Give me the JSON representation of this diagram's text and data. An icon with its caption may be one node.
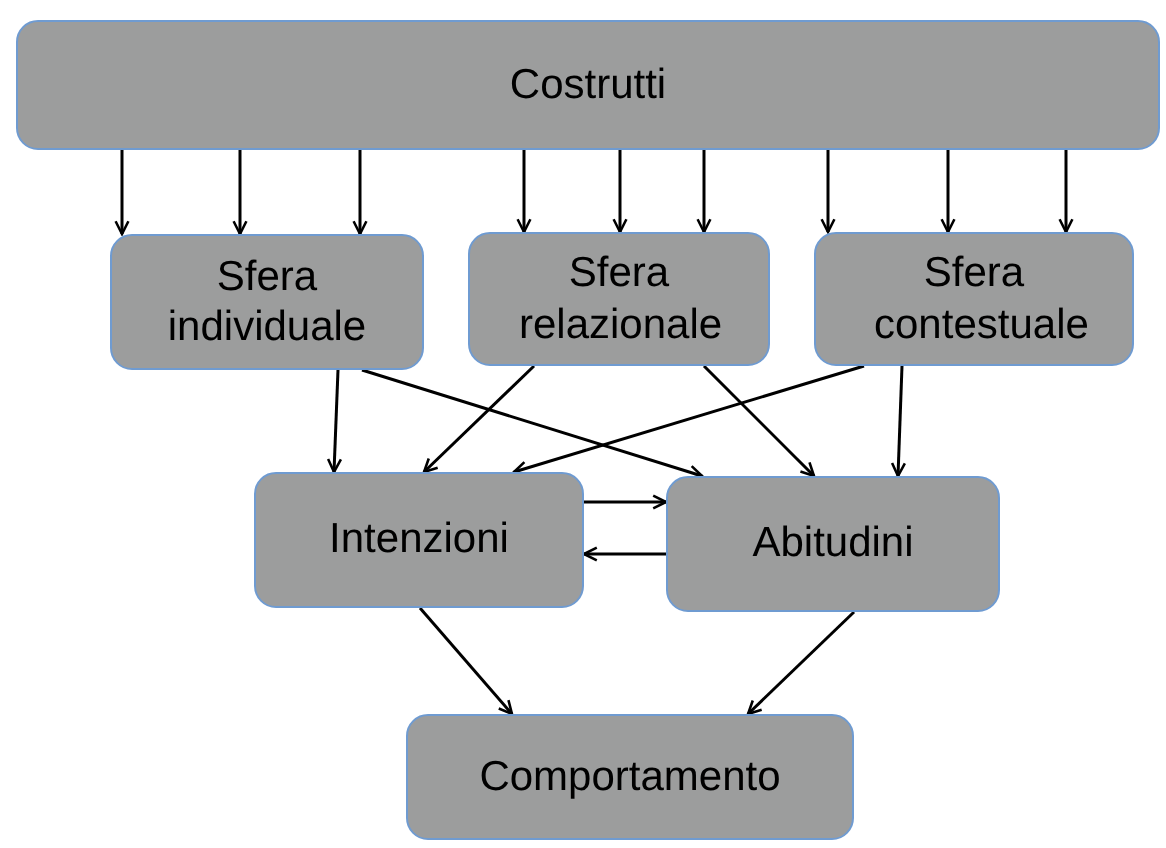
{
  "diagram": {
    "nodes": [
      {
        "text": [
          "Costrutti"
        ]
      },
      {
        "text": [
          "Sfera individuale"
        ]
      },
      {
        "text": [
          "Sfera relazionale"
        ]
      },
      {
        "text": [
          "Sfera contestuale"
        ]
      },
      {
        "text": [
          "Intenzioni"
        ]
      },
      {
        "text": [
          "Abitudini"
        ]
      },
      {
        "text": [
          "Comportamento"
        ]
      }
    ],
    "edges": [
      {
        "from": 0,
        "to": 1,
        "arrow": "to"
      },
      {
        "from": 0,
        "to": 1,
        "arrow": "to"
      },
      {
        "from": 0,
        "to": 1,
        "arrow": "to"
      },
      {
        "from": 0,
        "to": 2,
        "arrow": "to"
      },
      {
        "from": 0,
        "to": 2,
        "arrow": "to"
      },
      {
        "from": 0,
        "to": 2,
        "arrow": "to"
      },
      {
        "from": 0,
        "to": 3,
        "arrow": "to"
      },
      {
        "from": 0,
        "to": 3,
        "arrow": "to"
      },
      {
        "from": 0,
        "to": 3,
        "arrow": "to"
      },
      {
        "from": 1,
        "to": 4,
        "arrow": "to"
      },
      {
        "from": 1,
        "to": 5,
        "arrow": "to"
      },
      {
        "from": 2,
        "to": 4,
        "arrow": "to"
      },
      {
        "from": 2,
        "to": 5,
        "arrow": "to"
      },
      {
        "from": 3,
        "to": 4,
        "arrow": "to"
      },
      {
        "from": 3,
        "to": 5,
        "arrow": "to"
      },
      {
        "from": 4,
        "to": 5,
        "arrow": "to"
      },
      {
        "from": 5,
        "to": 4,
        "arrow": "to"
      },
      {
        "from": 4,
        "to": 6,
        "arrow": "to"
      },
      {
        "from": 5,
        "to": 6,
        "arrow": "to"
      }
    ]
  }
}
